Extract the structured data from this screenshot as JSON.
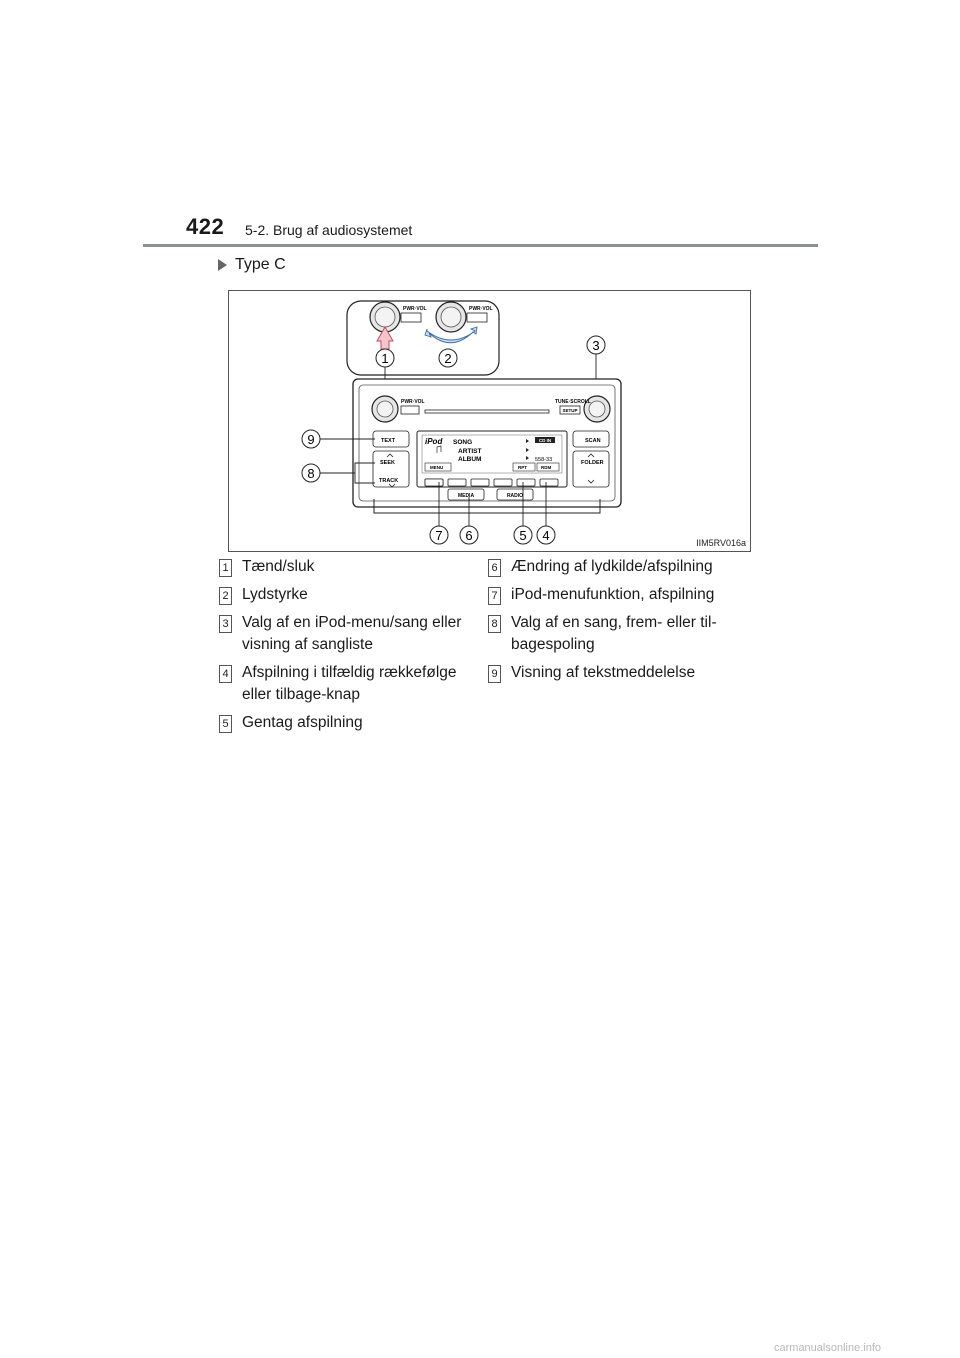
{
  "header": {
    "page_number": "422",
    "section": "5-2. Brug af audiosystemet"
  },
  "subheading": "Type C",
  "figure": {
    "code": "IIM5RV016a",
    "device_labels": {
      "pwr_vol_inset_1": "PWR·VOL",
      "pwr_vol_inset_2": "PWR·VOL",
      "pwr_vol": "PWR·VOL",
      "tune_scroll": "TUNE·SCROLL",
      "setup": "SETUP",
      "text": "TEXT",
      "seek": "SEEK",
      "track": "TRACK",
      "scan": "SCAN",
      "folder": "FOLDER",
      "media": "MEDIA",
      "radio": "RADIO"
    },
    "screen": {
      "brand": "iPod",
      "song": "SONG",
      "artist": "ARTIST",
      "album": "ALBUM",
      "badge": "CD IN",
      "counter": "558-33",
      "menu": "MENU",
      "rpt": "RPT",
      "rdm": "RDM"
    },
    "callouts": [
      "1",
      "2",
      "3",
      "4",
      "5",
      "6",
      "7",
      "8",
      "9"
    ]
  },
  "legend_left": [
    {
      "num": "1",
      "text": "Tænd/sluk"
    },
    {
      "num": "2",
      "text": "Lydstyrke"
    },
    {
      "num": "3",
      "text": "Valg af en iPod-menu/sang eller visning af sangliste"
    },
    {
      "num": "4",
      "text": "Afspilning i tilfældig rækkefølge eller tilbage-knap"
    },
    {
      "num": "5",
      "text": "Gentag afspilning"
    }
  ],
  "legend_right": [
    {
      "num": "6",
      "text": "Ændring af lydkilde/afspilning"
    },
    {
      "num": "7",
      "text": "iPod-menufunktion, afspilning"
    },
    {
      "num": "8",
      "text": "Valg af en sang, frem- eller til-bagespoling"
    },
    {
      "num": "9",
      "text": "Visning af tekstmeddelelse"
    }
  ],
  "watermark": "carmanualsonline.info"
}
